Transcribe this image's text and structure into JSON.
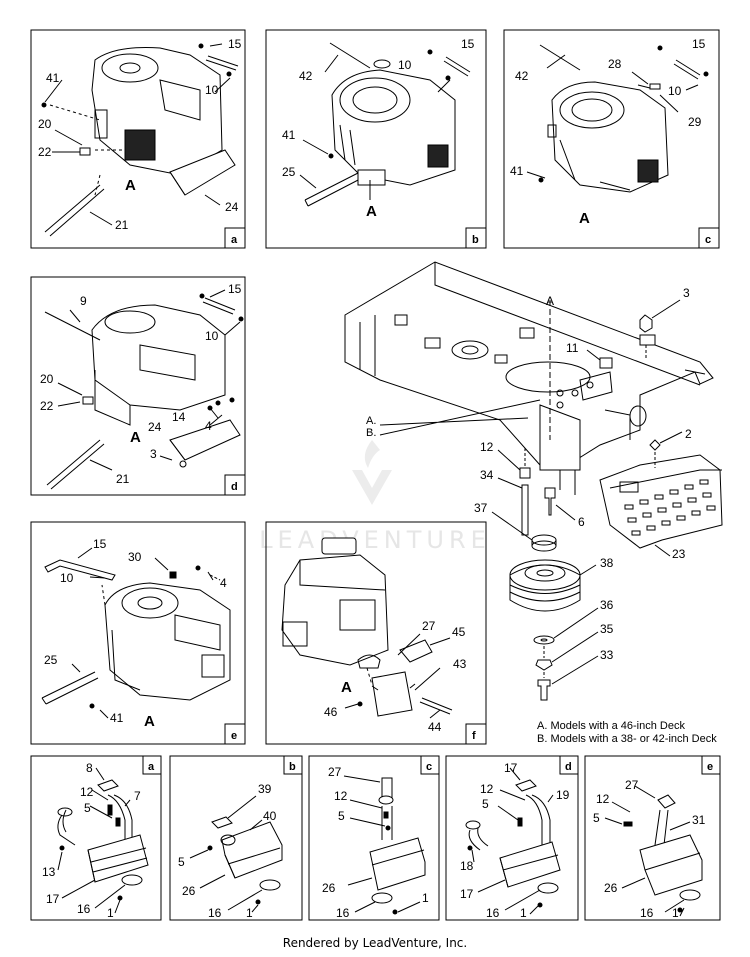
{
  "panels": [
    {
      "letter": "a",
      "labels": [
        "15",
        "10",
        "41",
        "20",
        "22",
        "21",
        "24"
      ],
      "assembly": "A"
    },
    {
      "letter": "b",
      "labels": [
        "42",
        "10",
        "15",
        "41",
        "25"
      ],
      "assembly": "A"
    },
    {
      "letter": "c",
      "labels": [
        "42",
        "28",
        "15",
        "10",
        "29",
        "41"
      ],
      "assembly": "A"
    },
    {
      "letter": "d",
      "labels": [
        "9",
        "15",
        "10",
        "20",
        "22",
        "14",
        "4",
        "24",
        "3",
        "21"
      ],
      "assembly": "A"
    },
    {
      "letter": "e",
      "labels": [
        "15",
        "30",
        "4",
        "10",
        "25",
        "41"
      ],
      "assembly": "A"
    },
    {
      "letter": "f",
      "labels": [
        "27",
        "45",
        "43",
        "46",
        "44"
      ],
      "assembly": "A"
    }
  ],
  "mufflers": [
    {
      "letter": "a",
      "labels": [
        "8",
        "12",
        "7",
        "5",
        "13",
        "17",
        "16",
        "1"
      ]
    },
    {
      "letter": "b",
      "labels": [
        "39",
        "40",
        "5",
        "26",
        "16",
        "1"
      ]
    },
    {
      "letter": "c",
      "labels": [
        "27",
        "12",
        "5",
        "26",
        "16",
        "1"
      ]
    },
    {
      "letter": "d",
      "labels": [
        "17",
        "12",
        "19",
        "5",
        "18",
        "17",
        "16",
        "1"
      ]
    },
    {
      "letter": "e",
      "labels": [
        "27",
        "12",
        "31",
        "5",
        "26",
        "16",
        "1"
      ]
    }
  ],
  "frame": {
    "labels": [
      "A",
      "3",
      "11",
      "2",
      "12",
      "34",
      "6",
      "37",
      "38",
      "23",
      "36",
      "35",
      "33"
    ],
    "markers": [
      "A.",
      "B."
    ]
  },
  "notes": [
    "A. Models with a 46-inch Deck",
    "B. Models with a 38- or 42-inch Deck"
  ],
  "watermark": "LEADVENTURE",
  "footer": "Rendered by LeadVenture, Inc."
}
